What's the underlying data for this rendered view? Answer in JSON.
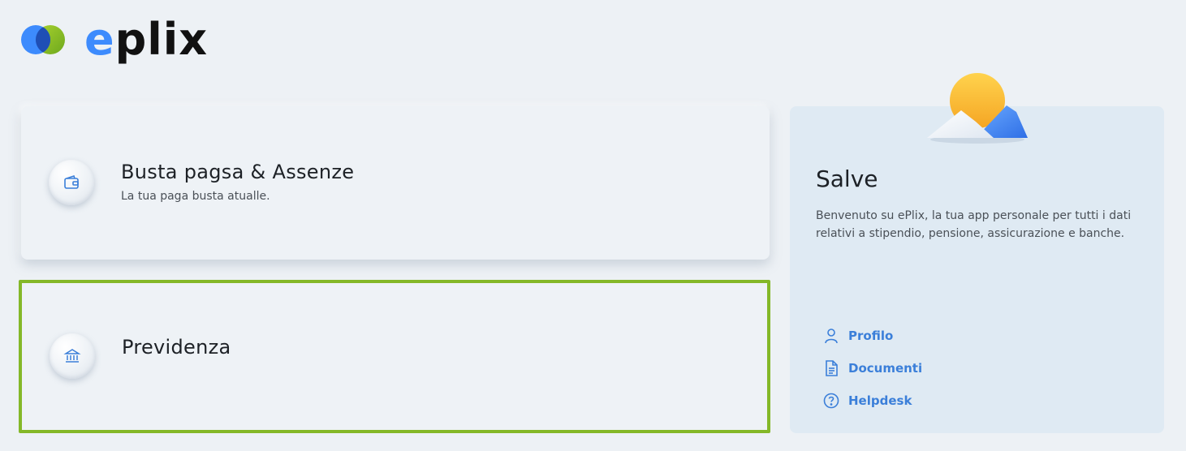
{
  "brand": {
    "wordmark": "eplix",
    "colors": {
      "blue": "#3d8bfd",
      "green": "#84b828",
      "link": "#3b7fd9"
    }
  },
  "cards": [
    {
      "icon": "wallet-icon",
      "title": "Busta pagsa & Assenze",
      "subtitle": "La tua paga busta atualle."
    },
    {
      "icon": "bank-icon",
      "title": "Previdenza",
      "selected": true
    }
  ],
  "welcome": {
    "title": "Salve",
    "text": "Benvenuto su ePlix, la tua app personale per tutti i dati relativi a stipendio, pensione, assicurazione e banche.",
    "links": [
      {
        "icon": "user-icon",
        "label": "Profilo"
      },
      {
        "icon": "document-icon",
        "label": "Documenti"
      },
      {
        "icon": "help-icon",
        "label": "Helpdesk"
      }
    ]
  }
}
